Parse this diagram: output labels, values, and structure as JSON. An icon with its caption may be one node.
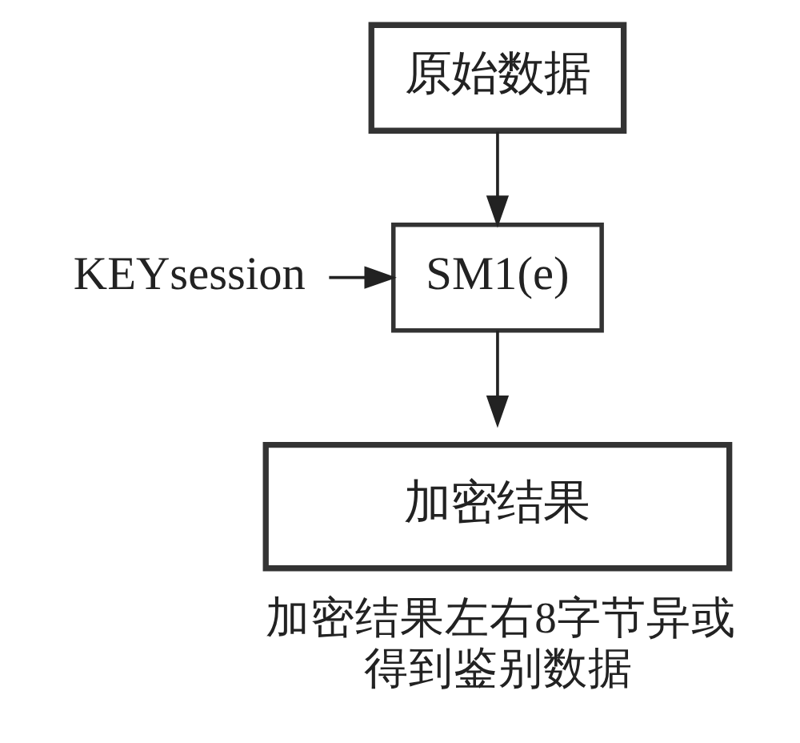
{
  "diagram": {
    "nodes": [
      {
        "text": [
          "原始数据"
        ]
      },
      {
        "text": [
          "SM1(e)"
        ]
      },
      {
        "text": [
          "加密结果"
        ],
        "beside": [
          "加密结果左右8字节异或得到鉴别数据"
        ]
      },
      {
        "text": [
          "KEYsession"
        ]
      }
    ],
    "edges": [
      {
        "from": 0,
        "to": 1,
        "arrow": "to"
      },
      {
        "from": 3,
        "to": 1,
        "arrow": "to"
      },
      {
        "from": 1,
        "to": 2,
        "arrow": "to"
      }
    ]
  }
}
